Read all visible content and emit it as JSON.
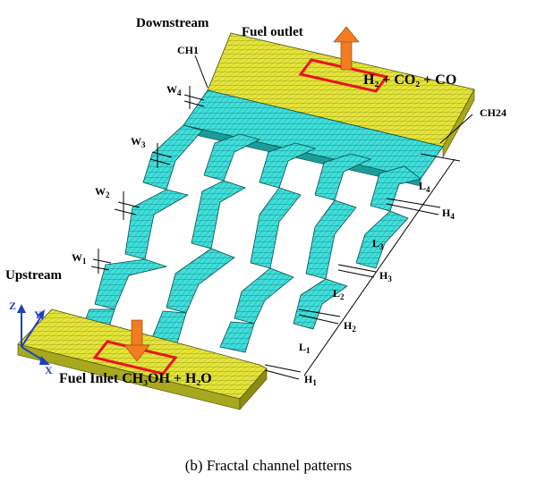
{
  "labels": {
    "downstream": "Downstream",
    "fuel_outlet": "Fuel outlet",
    "ch1": "CH1",
    "ch24": "CH24",
    "outlet_products": "H₂ + CO₂ + CO",
    "upstream": "Upstream",
    "fuel_inlet": "Fuel Inlet CH₃OH + H₂O",
    "w4": "W4",
    "w3": "W3",
    "w2": "W2",
    "w1": "W1",
    "l4": "L4",
    "l3": "L3",
    "l2": "L2",
    "l1": "L1",
    "h4": "H4",
    "h3": "H3",
    "h2": "H2",
    "h1": "H1",
    "axis_z": "Z",
    "axis_y": "Y",
    "axis_x": "X"
  },
  "caption": "(b) Fractal channel patterns",
  "colors": {
    "manifold": "#e6e63a",
    "manifold_dark": "#a8a81e",
    "channel": "#3fe0dc",
    "channel_dark": "#1a9d9a",
    "flow_arrow": "#f47b20",
    "flow_box": "#e8141c",
    "axis": "#1f3fbf"
  }
}
